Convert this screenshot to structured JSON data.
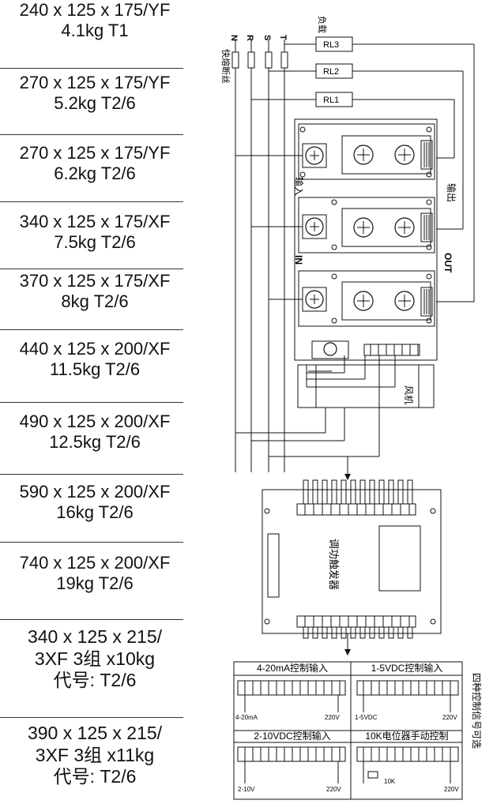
{
  "specs": [
    {
      "line1": "240 x 125 x 175/YF",
      "line2": "4.1kg  T1"
    },
    {
      "line1": "270 x 125 x 175/YF",
      "line2": "5.2kg  T2/6"
    },
    {
      "line1": "270 x 125 x 175/YF",
      "line2": "6.2kg  T2/6"
    },
    {
      "line1": "340 x 125 x 175/XF",
      "line2": "7.5kg  T2/6"
    },
    {
      "line1": "370 x 125 x 175/XF",
      "line2": "8kg  T2/6"
    },
    {
      "line1": "440 x 125 x 200/XF",
      "line2": "11.5kg  T2/6"
    },
    {
      "line1": "490 x 125 x 200/XF",
      "line2": "12.5kg  T2/6"
    },
    {
      "line1": "590 x 125 x 200/XF",
      "line2": "16kg  T2/6"
    },
    {
      "line1": "740 x 125 x 200/XF",
      "line2": "19kg  T2/6"
    },
    {
      "line1": "340 x 125 x 215/",
      "line2": "3XF   3组 x10kg",
      "line3": "代号: T2/6"
    },
    {
      "line1": "390 x 125 x 215/",
      "line2": "3XF   3组 x11kg",
      "line3": "代号: T2/6"
    }
  ],
  "diagram": {
    "fuse_label": "快熔断丝",
    "phases": [
      "N",
      "R",
      "S",
      "T"
    ],
    "load_label": "负载",
    "loads": [
      "RL3",
      "RL2",
      "RL1"
    ],
    "input_cn": "输入",
    "output_cn": "输出",
    "in_label": "IN",
    "out_label": "OUT",
    "fan_label": "风机",
    "trigger_label": "调功触发器",
    "signal_note": "四种控制信号可选",
    "control_modes": [
      {
        "title": "4-20mA控制输入",
        "left": "4-20mA",
        "right": "220V"
      },
      {
        "title": "1-5VDC控制输入",
        "left": "1-5VDC",
        "right": "220V"
      },
      {
        "title": "2-10VDC控制输入",
        "left": "2-10V",
        "right": "220V"
      },
      {
        "title": "10K电位器手动控制",
        "left": "10K",
        "right": "220V"
      }
    ]
  }
}
